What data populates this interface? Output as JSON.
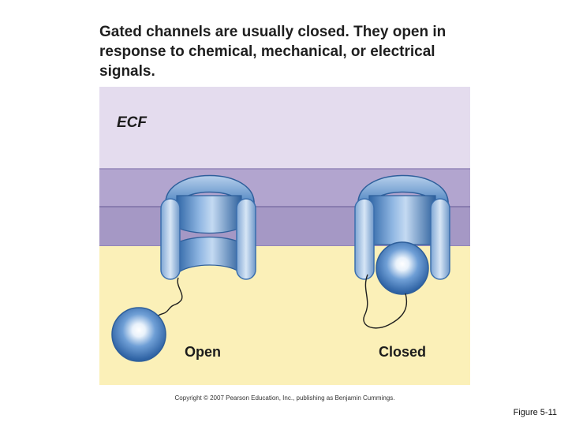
{
  "title": {
    "lead": "Gated channels",
    "rest": " are usually closed. They open in response to chemical, mechanical, or electrical signals."
  },
  "diagram": {
    "region_label": "ECF",
    "channel_open_label": "Open",
    "channel_closed_label": "Closed"
  },
  "colors": {
    "ecf": "#e4dcee",
    "membrane_outer": "#b2a5cf",
    "membrane_inner": "#a598c5",
    "icf": "#fbf0b8",
    "protein_dark": "#3f79b8",
    "protein_light": "#b9d3ee"
  },
  "footer": {
    "copyright": "Copyright © 2007 Pearson Education, Inc., publishing as Benjamin Cummings.",
    "figure_label": "Figure 5-11"
  }
}
